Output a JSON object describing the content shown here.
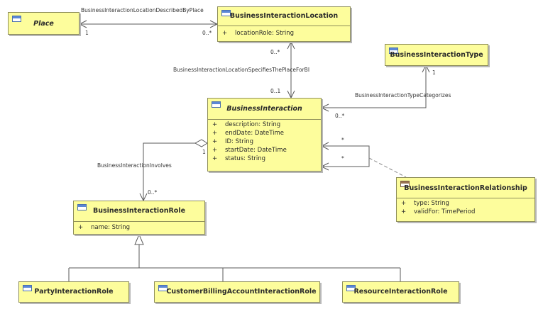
{
  "classes": {
    "place": {
      "name": "Place",
      "abstract": true
    },
    "location": {
      "name": "BusinessInteractionLocation",
      "attributes": [
        {
          "vis": "+",
          "text": "locationRole: String"
        }
      ]
    },
    "type": {
      "name": "BusinessInteractionType"
    },
    "interaction": {
      "name": "BusinessInteraction",
      "abstract": true,
      "attributes": [
        {
          "vis": "+",
          "text": "description: String"
        },
        {
          "vis": "+",
          "text": "endDate: DateTime"
        },
        {
          "vis": "+",
          "text": "ID: String"
        },
        {
          "vis": "+",
          "text": "startDate: DateTime"
        },
        {
          "vis": "+",
          "text": "status: String"
        }
      ]
    },
    "relationship": {
      "name": "BusinessInteractionRelationship",
      "attributes": [
        {
          "vis": "+",
          "text": "type: String"
        },
        {
          "vis": "+",
          "text": "validFor: TimePeriod"
        }
      ]
    },
    "role": {
      "name": "BusinessInteractionRole",
      "attributes": [
        {
          "vis": "+",
          "text": "name: String"
        }
      ]
    },
    "party": {
      "name": "PartyInteractionRole"
    },
    "billing": {
      "name": "CustomerBillingAccountInteractionRole"
    },
    "resource": {
      "name": "ResourceInteractionRole"
    }
  },
  "associations": {
    "described_by_place": {
      "name": "BusinessInteractionLocationDescribedByPlace",
      "end_a": "1",
      "end_b": "0..*"
    },
    "specifies_place": {
      "name": "BusinessInteractionLocationSpecifiesThePlaceForBI",
      "end_a": "0..*",
      "end_b": "0..1"
    },
    "type_categorizes": {
      "name": "BusinessInteractionTypeCategorizes",
      "end_a": "1",
      "end_b": "0..*"
    },
    "involves": {
      "name": "BusinessInteractionInvolves",
      "end_a": "1",
      "end_b": "0..*"
    },
    "self_relationship": {
      "end_a": "*",
      "end_b": "*"
    }
  }
}
